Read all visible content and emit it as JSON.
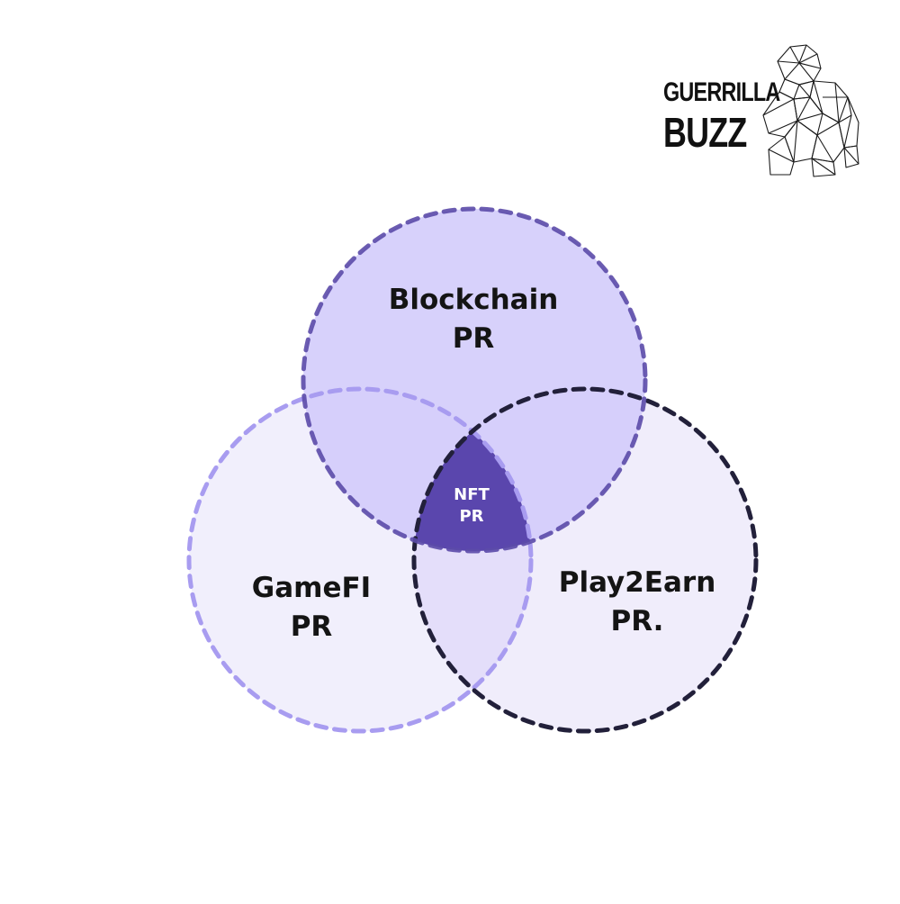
{
  "brand": {
    "line1": "GUERRILLA",
    "line2": "BUZZ",
    "mascot_icon": "gorilla-icon"
  },
  "venn": {
    "circles": [
      {
        "line1": "Blockchain",
        "line2": "PR"
      },
      {
        "line1": "GameFI",
        "line2": "PR"
      },
      {
        "line1": "Play2Earn",
        "line2": "PR."
      }
    ],
    "center": {
      "line1": "NFT",
      "line2": "PR"
    }
  },
  "colors": {
    "blockchain_fill": "#d6d0fb",
    "blockchain_border": "#5b4aa8",
    "gamefi_fill": "#f1effc",
    "gamefi_border": "#a89cf0",
    "play2earn_fill": "#f0eefb",
    "play2earn_border": "#22203a",
    "center_fill": "#5a46ad",
    "text": "#141414"
  }
}
